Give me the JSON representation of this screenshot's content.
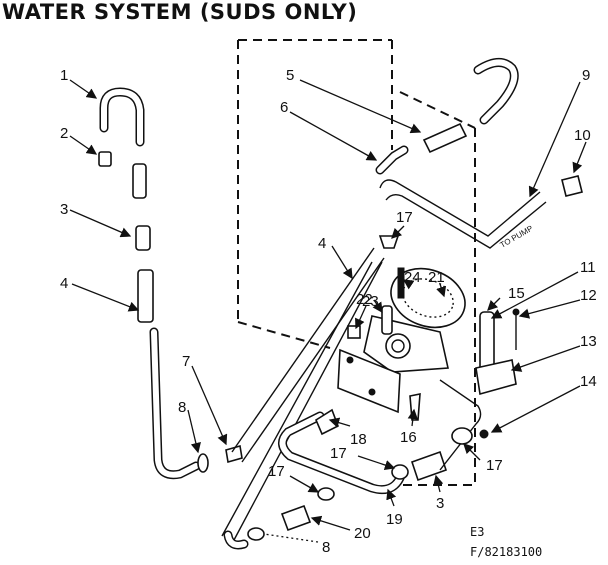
{
  "title": "WATER SYSTEM (SUDS ONLY)",
  "direction_label": "TO PUMP",
  "drawing_code": "E3",
  "figure_number": "F/82183100",
  "callouts": [
    "1",
    "2",
    "3",
    "4",
    "5",
    "6",
    "4",
    "7",
    "8",
    "9",
    "10",
    "17",
    "11",
    "24",
    "21",
    "15",
    "23",
    "12",
    "22",
    "13",
    "14",
    "18",
    "16",
    "17",
    "17",
    "3",
    "17",
    "19",
    "20",
    "8"
  ],
  "colors": {
    "ink": "#111111",
    "paper": "#ffffff"
  }
}
